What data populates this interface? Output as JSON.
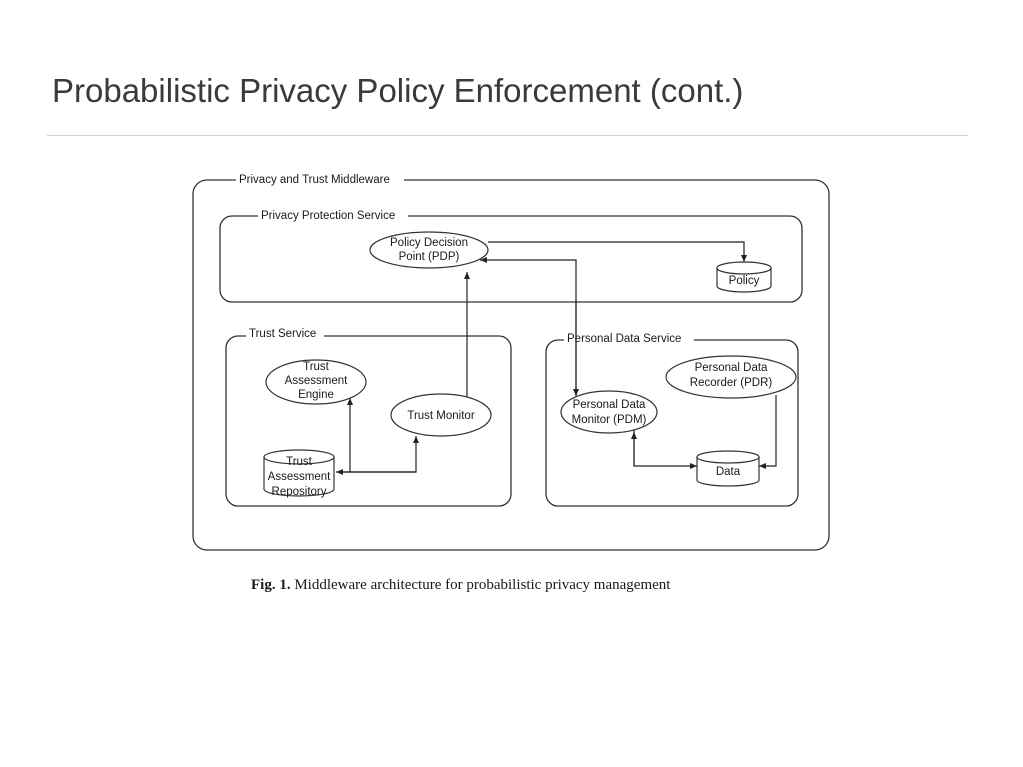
{
  "slide": {
    "title": "Probabilistic Privacy Policy Enforcement (cont.)"
  },
  "diagram": {
    "middleware_label": "Privacy and Trust Middleware",
    "privacy_protection": {
      "label": "Privacy Protection Service",
      "pdp_line1": "Policy Decision",
      "pdp_line2": "Point (PDP)",
      "policy": "Policy"
    },
    "trust_service": {
      "label": "Trust Service",
      "engine_line1": "Trust",
      "engine_line2": "Assessment",
      "engine_line3": "Engine",
      "monitor": "Trust Monitor",
      "repo_line1": "Trust",
      "repo_line2": "Assessment",
      "repo_line3": "Repository"
    },
    "personal_data_service": {
      "label": "Personal Data Service",
      "pdr_line1": "Personal Data",
      "pdr_line2": "Recorder (PDR)",
      "pdm_line1": "Personal Data",
      "pdm_line2": "Monitor (PDM)",
      "data": "Data"
    }
  },
  "caption": {
    "fig_label": "Fig. 1.",
    "text": "Middleware architecture for probabilistic privacy management"
  }
}
